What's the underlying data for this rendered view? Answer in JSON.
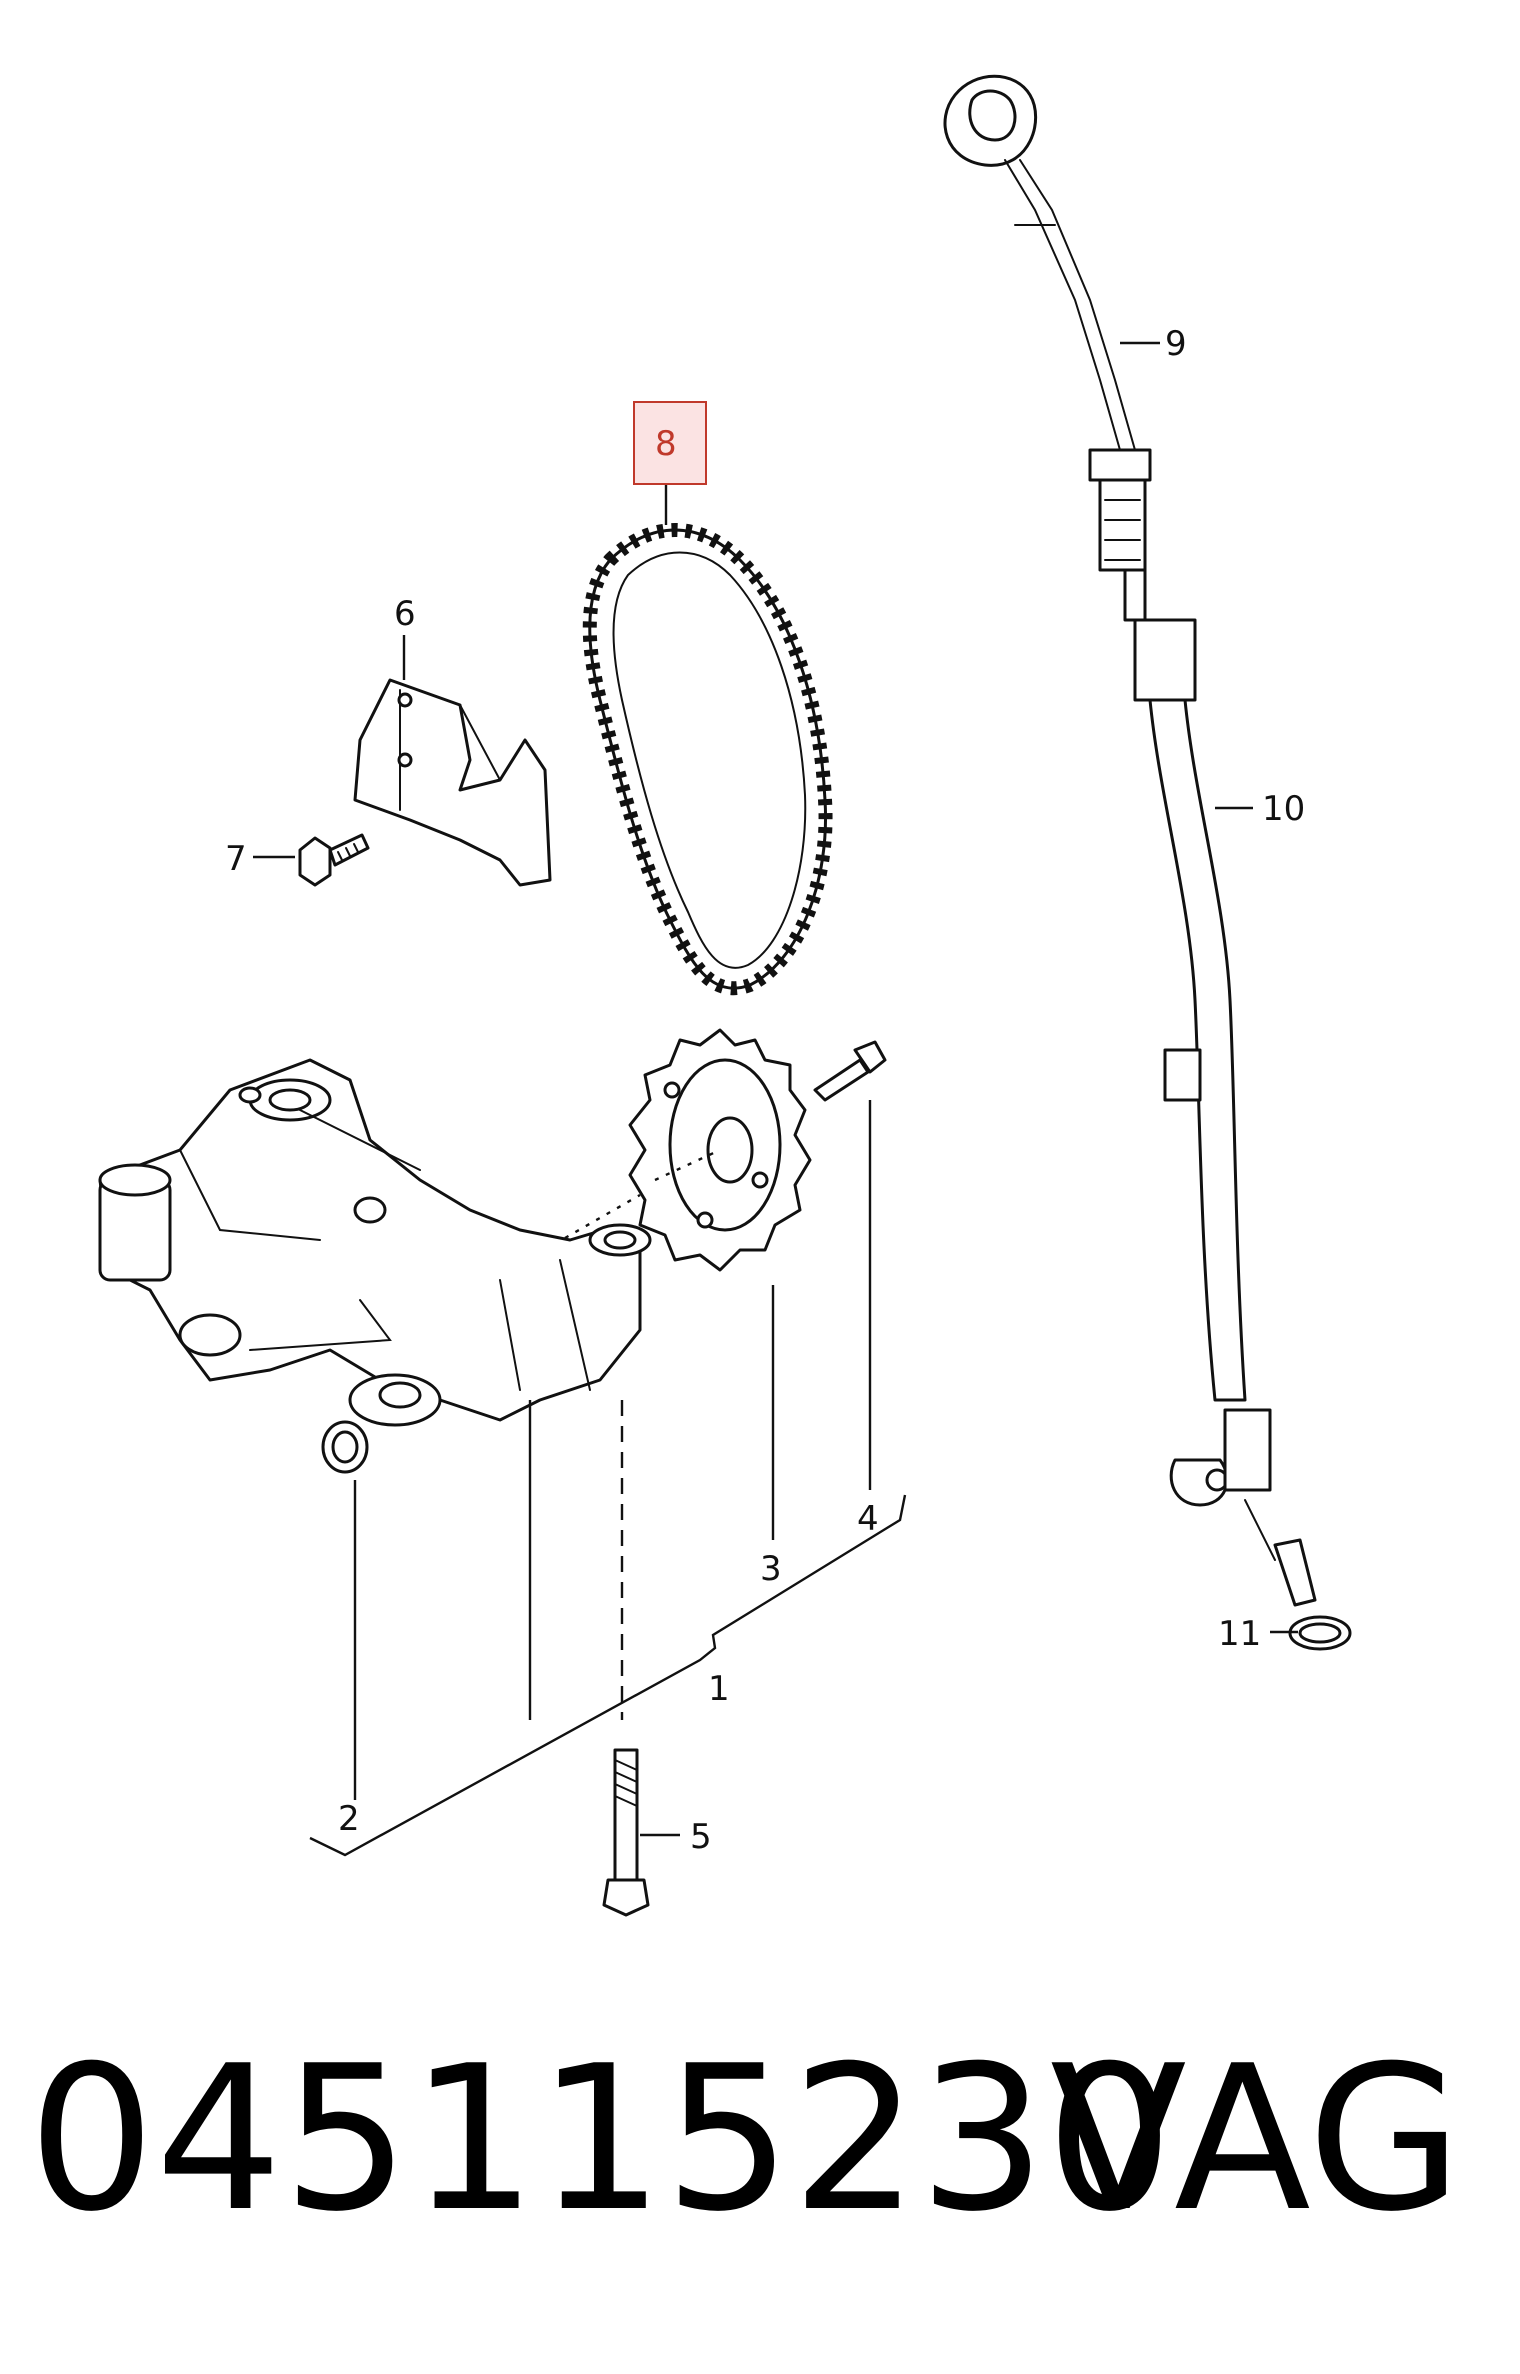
{
  "diagram": {
    "callouts": [
      {
        "id": "1",
        "label": "1"
      },
      {
        "id": "2",
        "label": "2"
      },
      {
        "id": "3",
        "label": "3"
      },
      {
        "id": "4",
        "label": "4"
      },
      {
        "id": "5",
        "label": "5"
      },
      {
        "id": "6",
        "label": "6"
      },
      {
        "id": "7",
        "label": "7"
      },
      {
        "id": "8",
        "label": "8",
        "highlighted": true
      },
      {
        "id": "9",
        "label": "9"
      },
      {
        "id": "10",
        "label": "10"
      },
      {
        "id": "11",
        "label": "11"
      }
    ],
    "highlight_color": "#c0392b",
    "highlight_fill": "#fbe3e3"
  },
  "footer": {
    "part_number": "045115230",
    "brand": "VAG"
  }
}
